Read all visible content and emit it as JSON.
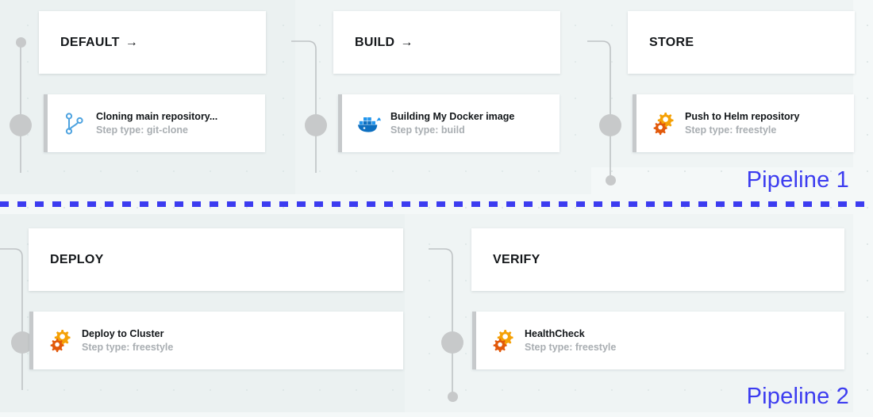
{
  "pipelines": [
    {
      "label": "Pipeline 1",
      "label_color": "#3c3cf0",
      "stages": [
        {
          "name": "DEFAULT",
          "arrow": "→",
          "has_arrow": true,
          "step": {
            "name": "Cloning main repository...",
            "type_label": "Step type: git-clone",
            "icon": "git-branch-icon"
          }
        },
        {
          "name": "BUILD",
          "arrow": "→",
          "has_arrow": true,
          "step": {
            "name": "Building My Docker image",
            "type_label": "Step type: build",
            "icon": "docker-whale-icon"
          }
        },
        {
          "name": "STORE",
          "arrow": "",
          "has_arrow": false,
          "step": {
            "name": "Push to Helm repository",
            "type_label": "Step type: freestyle",
            "icon": "gears-icon"
          }
        }
      ]
    },
    {
      "label": "Pipeline 2",
      "label_color": "#3c3cf0",
      "stages": [
        {
          "name": "DEPLOY",
          "arrow": "",
          "has_arrow": false,
          "step": {
            "name": "Deploy to Cluster",
            "type_label": "Step type: freestyle",
            "icon": "gears-icon"
          }
        },
        {
          "name": "VERIFY",
          "arrow": "",
          "has_arrow": false,
          "step": {
            "name": "HealthCheck",
            "type_label": "Step type: freestyle",
            "icon": "gears-icon"
          }
        }
      ]
    }
  ],
  "colors": {
    "canvas_background": "#f4f8f8",
    "card_background": "#ffffff",
    "step_accent": "#c6c9cb",
    "connector_line": "#bfc3c5",
    "connector_node": "#c7c9ca",
    "divider_dash": "#3c3cf0",
    "pipeline_label": "#3c3cf0",
    "git_icon": "#4ea3e0",
    "docker_icon": "#2396ed",
    "gear_icon_primary": "#f5a106",
    "gear_icon_secondary": "#e2590b",
    "step_type_text": "#a9aeb2",
    "stage_title_text": "#14171a"
  },
  "divider": {
    "style": "dashed",
    "orientation": "horizontal"
  }
}
